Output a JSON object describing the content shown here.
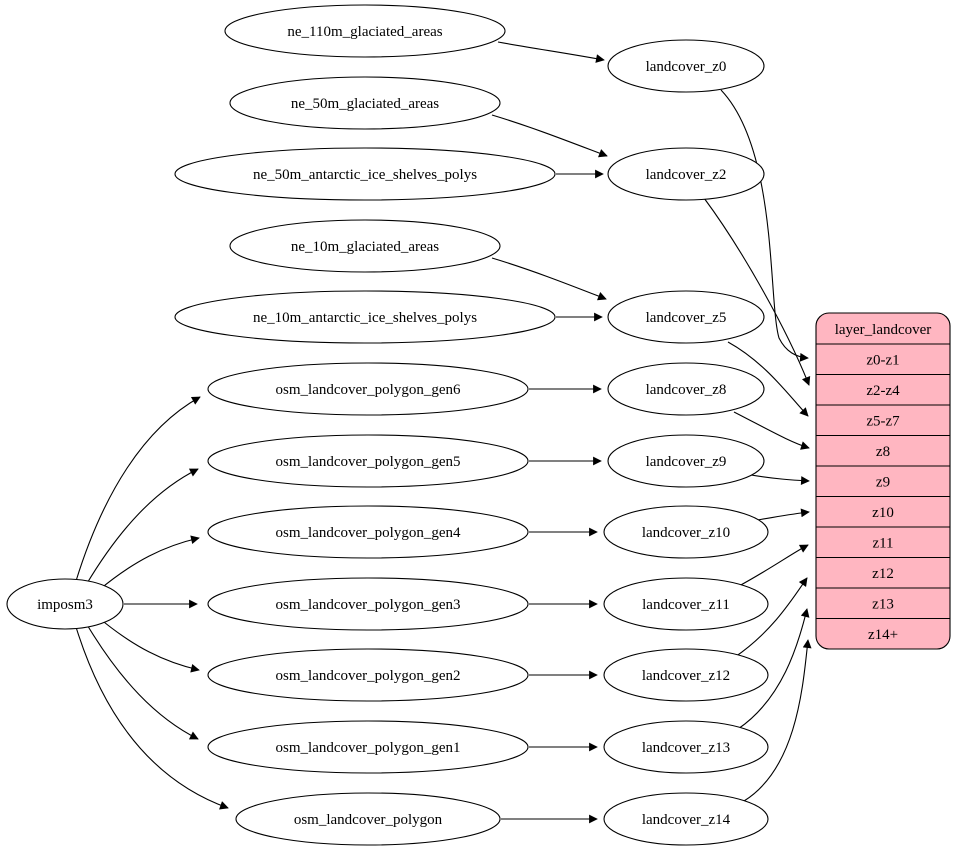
{
  "diagram": {
    "kind": "graphviz-dependency-graph",
    "colors": {
      "background": "#ffffff",
      "node_fill": "#ffffff",
      "node_stroke": "#000000",
      "edge_color": "#000000",
      "record_fill": "#ffb6c1"
    },
    "importer": "imposm3",
    "sources": [
      "ne_110m_glaciated_areas",
      "ne_50m_glaciated_areas",
      "ne_50m_antarctic_ice_shelves_polys",
      "ne_10m_glaciated_areas",
      "ne_10m_antarctic_ice_shelves_polys",
      "osm_landcover_polygon_gen6",
      "osm_landcover_polygon_gen5",
      "osm_landcover_polygon_gen4",
      "osm_landcover_polygon_gen3",
      "osm_landcover_polygon_gen2",
      "osm_landcover_polygon_gen1",
      "osm_landcover_polygon"
    ],
    "intermediates": [
      "landcover_z0",
      "landcover_z2",
      "landcover_z5",
      "landcover_z8",
      "landcover_z9",
      "landcover_z10",
      "landcover_z11",
      "landcover_z12",
      "landcover_z13",
      "landcover_z14"
    ],
    "record": {
      "title": "layer_landcover",
      "rows": [
        "z0-z1",
        "z2-z4",
        "z5-z7",
        "z8",
        "z9",
        "z10",
        "z11",
        "z12",
        "z13",
        "z14+"
      ]
    },
    "edges": [
      [
        "imposm3",
        "osm_landcover_polygon_gen6"
      ],
      [
        "imposm3",
        "osm_landcover_polygon_gen5"
      ],
      [
        "imposm3",
        "osm_landcover_polygon_gen4"
      ],
      [
        "imposm3",
        "osm_landcover_polygon_gen3"
      ],
      [
        "imposm3",
        "osm_landcover_polygon_gen2"
      ],
      [
        "imposm3",
        "osm_landcover_polygon_gen1"
      ],
      [
        "imposm3",
        "osm_landcover_polygon"
      ],
      [
        "ne_110m_glaciated_areas",
        "landcover_z0"
      ],
      [
        "ne_50m_glaciated_areas",
        "landcover_z2"
      ],
      [
        "ne_50m_antarctic_ice_shelves_polys",
        "landcover_z2"
      ],
      [
        "ne_10m_glaciated_areas",
        "landcover_z5"
      ],
      [
        "ne_10m_antarctic_ice_shelves_polys",
        "landcover_z5"
      ],
      [
        "osm_landcover_polygon_gen6",
        "landcover_z8"
      ],
      [
        "osm_landcover_polygon_gen5",
        "landcover_z9"
      ],
      [
        "osm_landcover_polygon_gen4",
        "landcover_z10"
      ],
      [
        "osm_landcover_polygon_gen3",
        "landcover_z11"
      ],
      [
        "osm_landcover_polygon_gen2",
        "landcover_z12"
      ],
      [
        "osm_landcover_polygon_gen1",
        "landcover_z13"
      ],
      [
        "osm_landcover_polygon",
        "landcover_z14"
      ],
      [
        "landcover_z0",
        "layer_landcover:z0-z1"
      ],
      [
        "landcover_z2",
        "layer_landcover:z2-z4"
      ],
      [
        "landcover_z5",
        "layer_landcover:z5-z7"
      ],
      [
        "landcover_z8",
        "layer_landcover:z8"
      ],
      [
        "landcover_z9",
        "layer_landcover:z9"
      ],
      [
        "landcover_z10",
        "layer_landcover:z10"
      ],
      [
        "landcover_z11",
        "layer_landcover:z11"
      ],
      [
        "landcover_z12",
        "layer_landcover:z12"
      ],
      [
        "landcover_z13",
        "layer_landcover:z13"
      ],
      [
        "landcover_z14",
        "layer_landcover:z14+"
      ]
    ]
  }
}
